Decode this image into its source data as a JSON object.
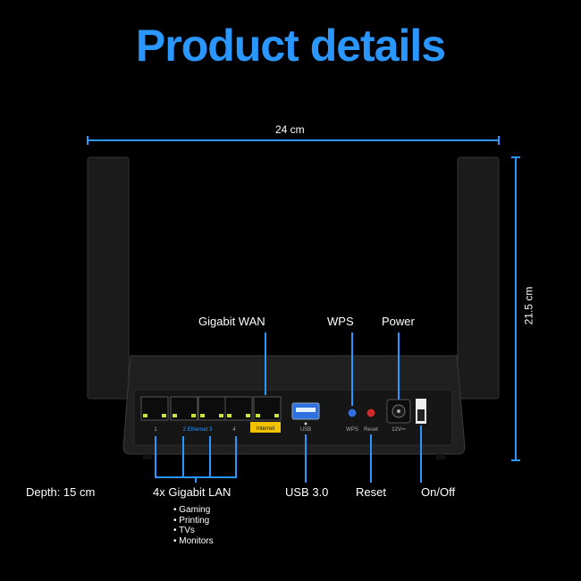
{
  "title": "Product details",
  "dimensions": {
    "width": "24 cm",
    "height": "21.5 cm",
    "depth": "Depth: 15 cm"
  },
  "callouts": {
    "gigabit_wan": "Gigabit WAN",
    "wps": "WPS",
    "power": "Power",
    "lan": "4x Gigabit LAN",
    "usb": "USB 3.0",
    "reset": "Reset",
    "onoff": "On/Off"
  },
  "lan_uses": [
    "Gaming",
    "Printing",
    "TVs",
    "Monitors"
  ],
  "port_labels": {
    "p1": "1",
    "ethernet": "2  Ethernet  3",
    "p4": "4",
    "internet": "Internet",
    "usb": "USB",
    "wps": "WPS",
    "reset": "Reset",
    "power": "12V⎓"
  },
  "colors": {
    "accent_blue": "#2997ff",
    "internet_yellow": "#f2c200",
    "body": "#222222"
  }
}
